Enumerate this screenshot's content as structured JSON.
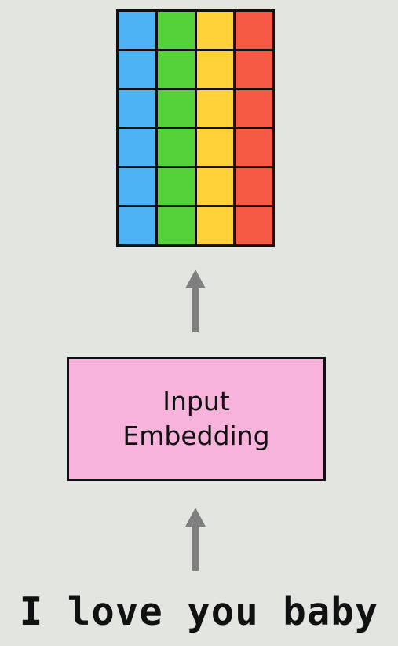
{
  "matrix": {
    "rows": 6,
    "column_colors": [
      "#4db3f5",
      "#55d13a",
      "#ffd23a",
      "#f65a45"
    ]
  },
  "arrow_color": "#7f7f7f",
  "embedding_box": {
    "label": "Input\nEmbedding",
    "fill": "#f7b3dc"
  },
  "input_sentence": "I love you baby"
}
